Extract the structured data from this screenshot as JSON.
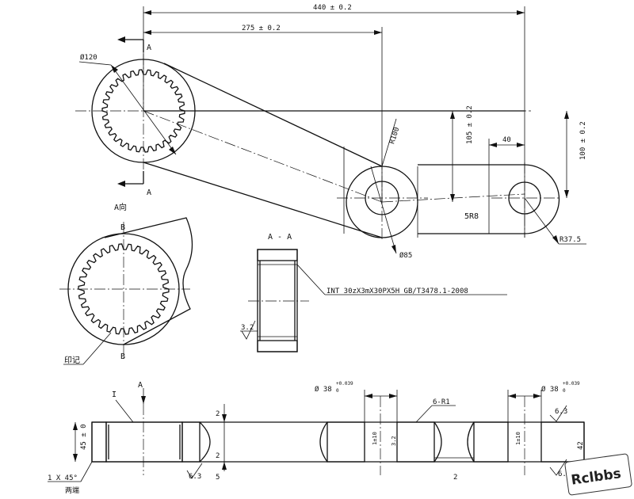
{
  "drawing": {
    "dimensions": {
      "overall_length": "440 ± 0.2",
      "center_distance": "275 ± 0.2",
      "hub_diameter": "Ø120",
      "arm_radius": "R100",
      "vertical_offset": "105 ± 0.2",
      "slot_width": "40",
      "vertical_height": "100 ± 0.2",
      "mid_boss_diameter": "Ø85",
      "end_radius": "R37.5",
      "section_height": "45 ± 0",
      "chamfer_both_ends": "1 X 45°",
      "hole_left_diameter": "Ø 38",
      "hole_right_diameter": "Ø 38",
      "tol_plus": "+0.039",
      "tol_zero": "0",
      "fillet": "6-R1",
      "thickness_right": "42",
      "gap_2_top": "2",
      "gap_2_bottom": "2",
      "gap_5": "5",
      "gap_2_mid": "2"
    },
    "labels": {
      "section_marker_top": "A",
      "section_marker_bottom": "A",
      "view_a_title": "A向",
      "section_aa_title": "A - A",
      "marker_b_top": "B",
      "marker_b_bottom": "B",
      "spline_spec": "INT 30zX3mX30PX5H GB/T3478.1-2008",
      "stamp_note": "印记",
      "slot_label": "5R8",
      "tag_I": "I",
      "arrow_a": "A",
      "both_ends": "两端",
      "dim_small_a": "1±10",
      "dim_small_b": "1±10",
      "dim_small_c": "3.2"
    },
    "surface_finish": {
      "spline": "3.2",
      "bottom_left": "6.3",
      "bottom_right": "6.3",
      "top_right": "6.3"
    },
    "watermark": "Rclbbs"
  }
}
